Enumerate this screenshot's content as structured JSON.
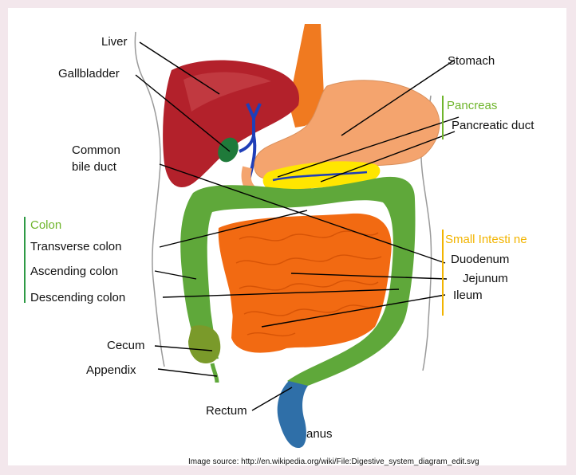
{
  "labels": {
    "liver": "Liver",
    "gallbladder": "Gallbladder",
    "common_bile_duct_1": "Common",
    "common_bile_duct_2": "bile duct",
    "stomach": "Stomach",
    "pancreas": "Pancreas",
    "pancreatic_duct": "Pancreatic duct",
    "colon_group": "Colon",
    "transverse_colon": "Transverse colon",
    "ascending_colon": "Ascending colon",
    "descending_colon": "Descending colon",
    "cecum": "Cecum",
    "appendix": "Appendix",
    "rectum": "Rectum",
    "anus": "anus",
    "small_intestine_group": "Small Intesti ne",
    "duodenum": "Duodenum",
    "jejunum": "Jejunum",
    "ileum": "Ileum"
  },
  "source": "Image source: http://en.wikipedia.org/wiki/File:Digestive_system_diagram_edit.svg",
  "colors": {
    "liver": "#b3212b",
    "gallbladder": "#1f7a3a",
    "bile_duct": "#1f3fb8",
    "stomach": "#f4a46e",
    "esophagus": "#f07a20",
    "pancreas": "#ffe600",
    "colon": "#5fa83a",
    "small_intestine": "#f26a12",
    "rectum": "#2f6fa8",
    "group_green": "#6fb52c",
    "group_yellow": "#f2b400"
  }
}
